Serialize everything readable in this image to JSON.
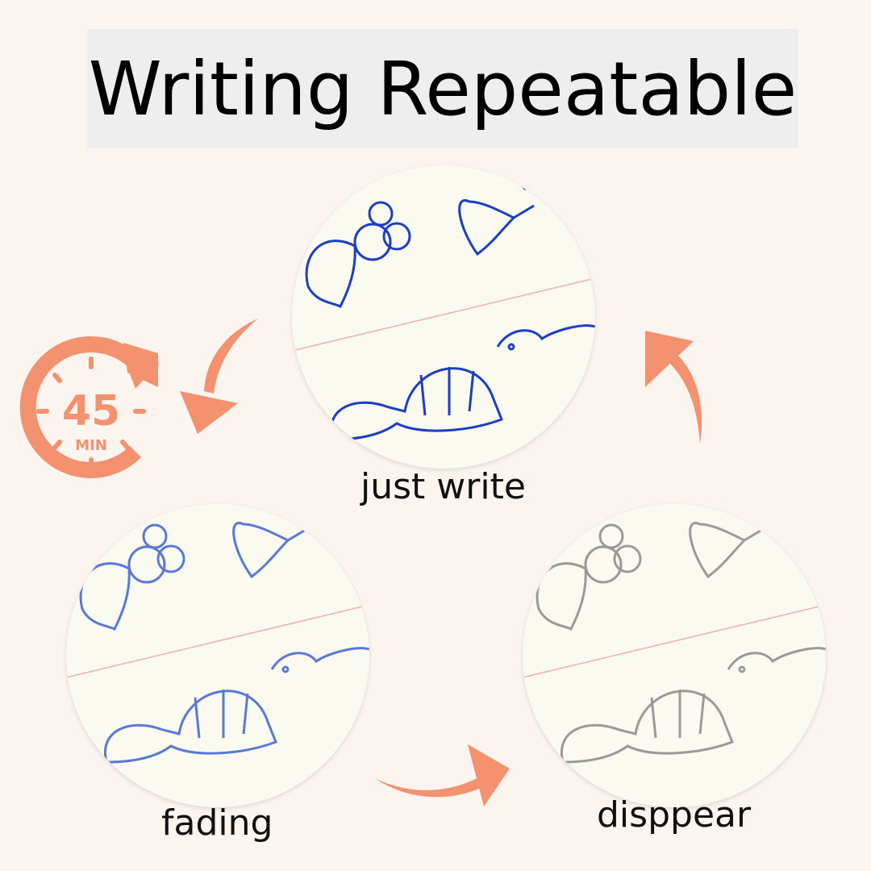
{
  "title": "Writing Repeatable",
  "timer": {
    "value": "45",
    "unit": "MIN",
    "icon": "timer-refresh-icon"
  },
  "stages": [
    {
      "label": "just write",
      "ink_color": "#1b3ec4"
    },
    {
      "label": "fading",
      "ink_color": "#5a78d6"
    },
    {
      "label": "disppear",
      "ink_color": "#9a9a9a"
    }
  ],
  "colors": {
    "accent": "#f4926f",
    "background": "#fcf4ef",
    "title_box": "#eeeeee",
    "paper": "#fbfaf1",
    "guide_line": "#eab3a8"
  }
}
